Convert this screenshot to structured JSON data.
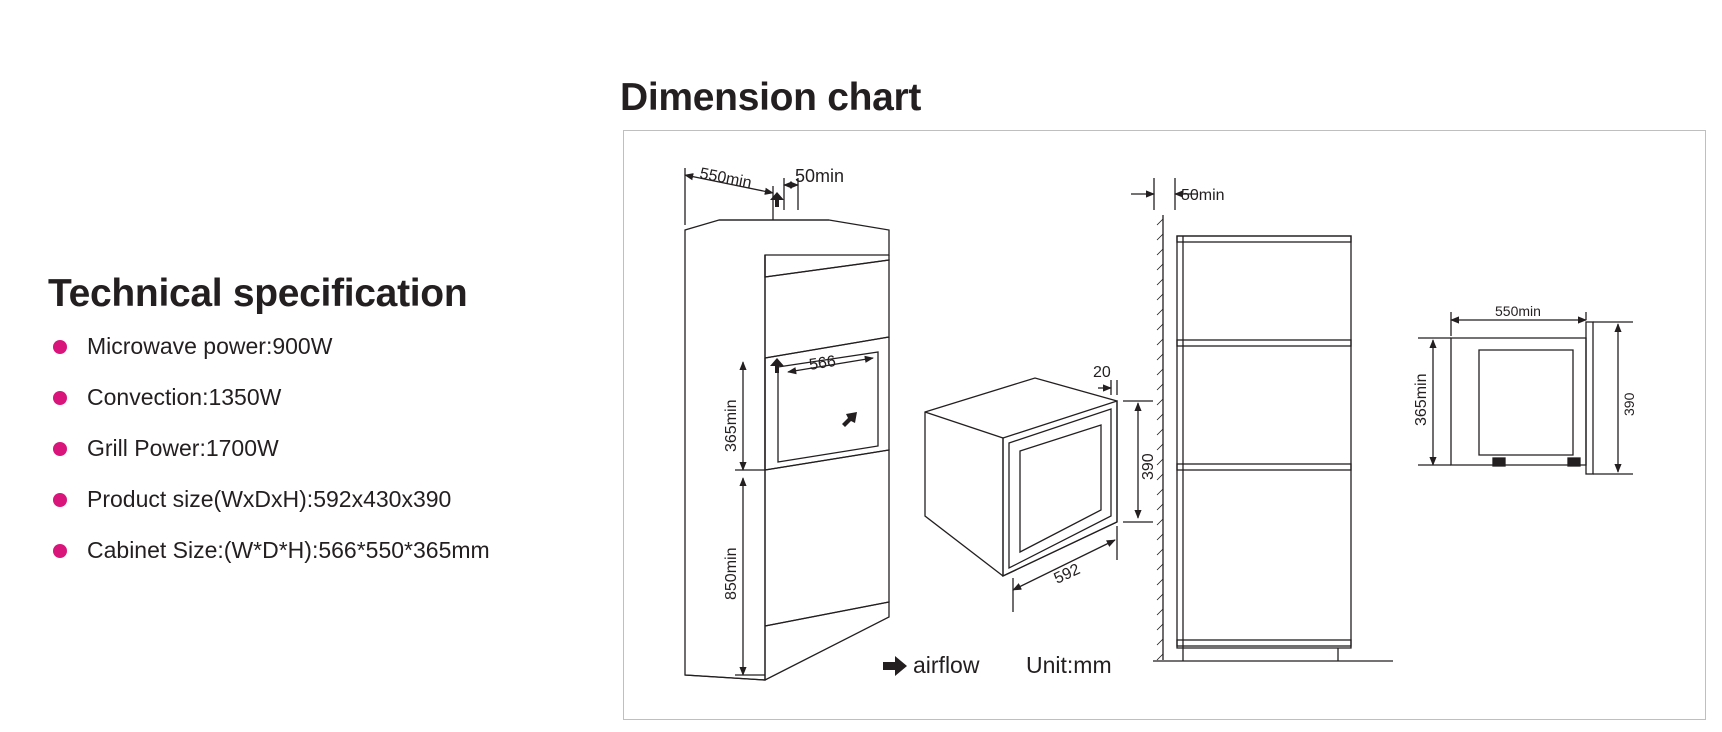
{
  "spec": {
    "title": "Technical specification",
    "items": [
      {
        "label": "Microwave power:900W"
      },
      {
        "label": "Convection:1350W"
      },
      {
        "label": "Grill Power:1700W"
      },
      {
        "label": "Product size(WxDxH):592x430x390"
      },
      {
        "label": "Cabinet Size:(W*D*H):566*550*365mm"
      }
    ],
    "bullet_color": "#d9157b"
  },
  "chart": {
    "title": "Dimension chart",
    "cabinet": {
      "depth_label": "550min",
      "top_gap_label": "50min",
      "width_label": "566",
      "height_label": "365min",
      "base_height_label": "850min"
    },
    "oven": {
      "gap_label": "20",
      "height_label": "390",
      "width_label": "592"
    },
    "side": {
      "gap_label": "50min"
    },
    "profile": {
      "depth_label": "550min",
      "height_label": "365min",
      "total_height_label": "390"
    },
    "legend": {
      "airflow_label": "airflow",
      "unit_label": "Unit:mm"
    }
  }
}
